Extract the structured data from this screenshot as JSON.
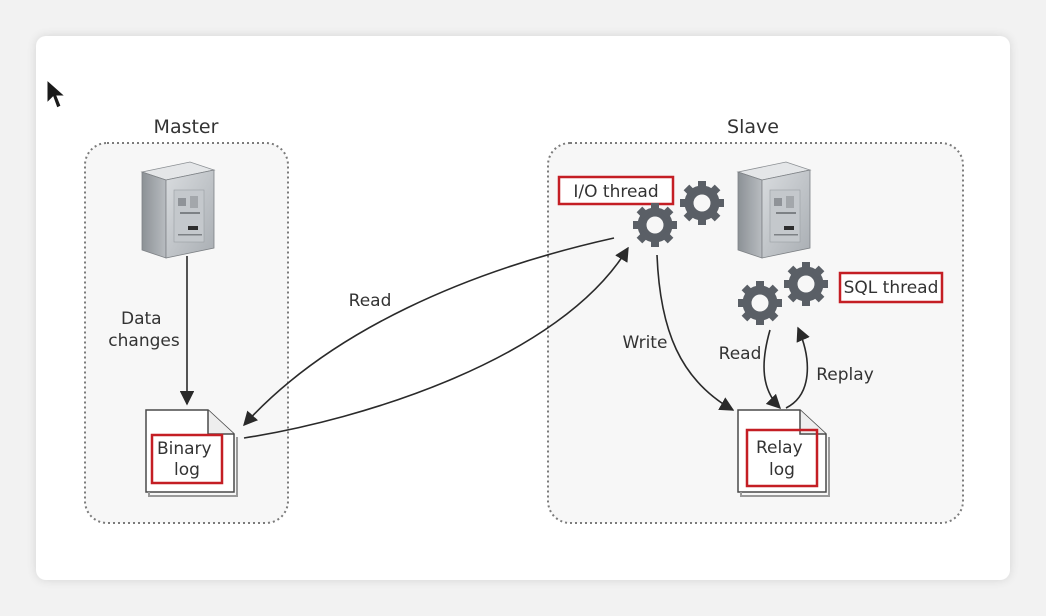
{
  "master": {
    "title": "Master",
    "edge_label": "Data\nchanges",
    "log": "Binary\nlog"
  },
  "slave": {
    "title": "Slave",
    "io_thread": "I/O thread",
    "sql_thread": "SQL thread",
    "log": "Relay\nlog"
  },
  "edges": {
    "read_top": "Read",
    "write": "Write",
    "read_small": "Read",
    "replay": "Replay"
  },
  "colors": {
    "highlight": "#c41e24",
    "gear": "#5a5f66",
    "panel_border": "#7b7b7b"
  }
}
